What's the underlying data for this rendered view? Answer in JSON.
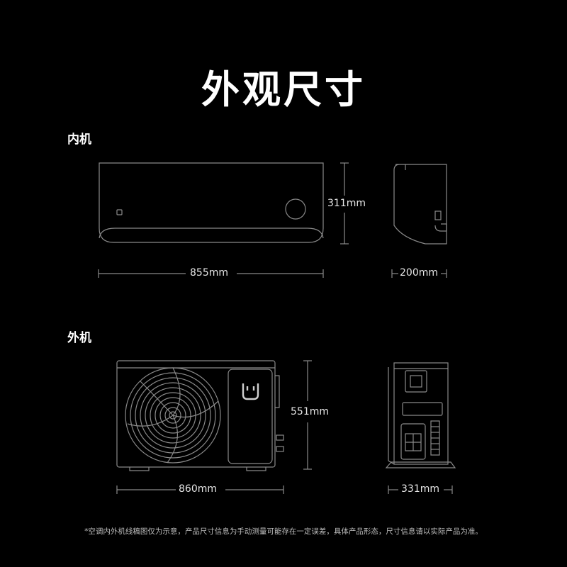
{
  "title": "外观尺寸",
  "indoor": {
    "label": "内机",
    "width": "855mm",
    "height": "311mm",
    "depth": "200mm"
  },
  "outdoor": {
    "label": "外机",
    "width": "860mm",
    "height": "551mm",
    "depth": "331mm"
  },
  "footnote": "*空调内外机线稿图仅为示意，产品尺寸信息为手动测量可能存在一定误差，具体产品形态，尺寸信息请以实际产品为准。",
  "colors": {
    "background": "#000000",
    "line": "#8a8a8a",
    "text": "#ffffff"
  }
}
